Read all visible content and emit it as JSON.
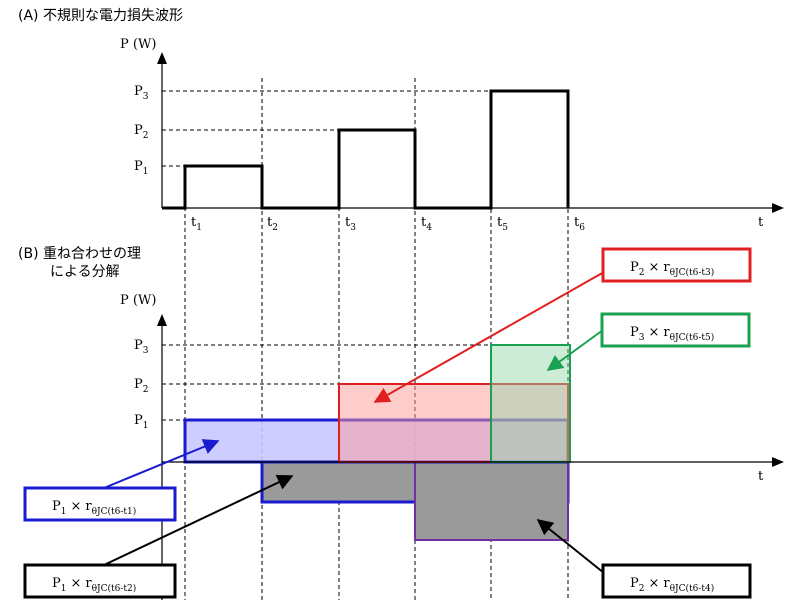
{
  "section_a": {
    "title": "(A) 不規則な電力損失波形",
    "y_axis_label": "P (W)",
    "x_axis_label": "t",
    "y_levels": [
      {
        "base": "P",
        "sub": "1"
      },
      {
        "base": "P",
        "sub": "2"
      },
      {
        "base": "P",
        "sub": "3"
      }
    ],
    "time_points": [
      {
        "base": "t",
        "sub": "1"
      },
      {
        "base": "t",
        "sub": "2"
      },
      {
        "base": "t",
        "sub": "3"
      },
      {
        "base": "t",
        "sub": "4"
      },
      {
        "base": "t",
        "sub": "5"
      },
      {
        "base": "t",
        "sub": "6"
      }
    ]
  },
  "section_b": {
    "title_line1": "(B) 重ね合わせの理",
    "title_line2": "による分解",
    "y_axis_label": "P (W)",
    "x_axis_label": "t",
    "y_levels": [
      {
        "base": "P",
        "sub": "1"
      },
      {
        "base": "P",
        "sub": "2"
      },
      {
        "base": "P",
        "sub": "3"
      }
    ]
  },
  "callouts": [
    {
      "id": "p2-t3",
      "p_base": "P",
      "p_sub": "2",
      "times": "×",
      "r": "r",
      "r_sub": "θJC(t6-t3)",
      "color": "#e02020"
    },
    {
      "id": "p3-t5",
      "p_base": "P",
      "p_sub": "3",
      "times": "×",
      "r": "r",
      "r_sub": "θJC(t6-t5)",
      "color": "#1aa050"
    },
    {
      "id": "p1-t1",
      "p_base": "P",
      "p_sub": "1",
      "times": "×",
      "r": "r",
      "r_sub": "θJC(t6-t1)",
      "color": "#1a1ad0"
    },
    {
      "id": "p1-t2",
      "p_base": "P",
      "p_sub": "1",
      "times": "×",
      "r": "r",
      "r_sub": "θJC(t6-t2)",
      "color": "#000000"
    },
    {
      "id": "p2-t4",
      "p_base": "P",
      "p_sub": "2",
      "times": "×",
      "r": "r",
      "r_sub": "θJC(t6-t4)",
      "color": "#000000"
    }
  ],
  "colors": {
    "blue": "#1a1ad0",
    "blue_fill": "#c8c8ff",
    "red": "#e02020",
    "red_fill": "#ffcccc",
    "green": "#1aa050",
    "green_fill": "#c8ecd4",
    "purple": "#7030a0",
    "gray_fill": "#9a9a9a"
  }
}
